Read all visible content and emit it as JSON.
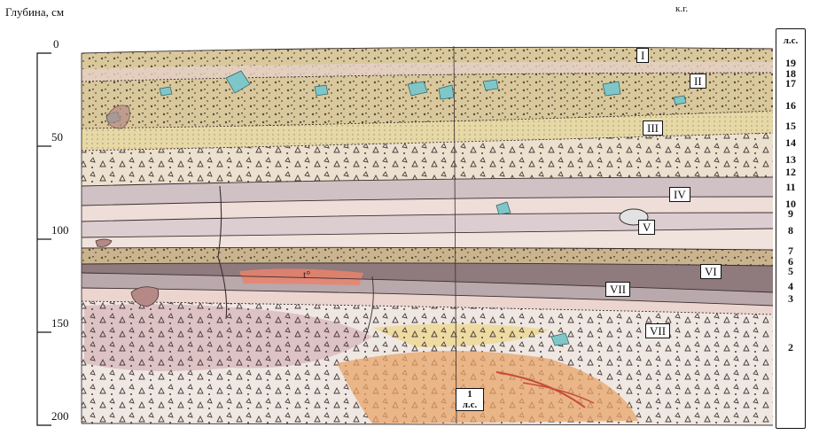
{
  "axis": {
    "title": "Глубина, см",
    "ticks": [
      {
        "depth": 0,
        "label": "0"
      },
      {
        "depth": 50,
        "label": "50"
      },
      {
        "depth": 100,
        "label": "100"
      },
      {
        "depth": 150,
        "label": "150"
      },
      {
        "depth": 200,
        "label": "200"
      }
    ]
  },
  "column": {
    "header": "к.г.",
    "top_label": "л.с.",
    "layers": [
      {
        "label": "19",
        "depth": 5
      },
      {
        "label": "18",
        "depth": 11
      },
      {
        "label": "17",
        "depth": 16
      },
      {
        "label": "16",
        "depth": 28
      },
      {
        "label": "15",
        "depth": 39
      },
      {
        "label": "14",
        "depth": 48
      },
      {
        "label": "13",
        "depth": 57
      },
      {
        "label": "12",
        "depth": 64
      },
      {
        "label": "11",
        "depth": 72
      },
      {
        "label": "10",
        "depth": 81
      },
      {
        "label": "9",
        "depth": 86
      },
      {
        "label": "8",
        "depth": 95
      },
      {
        "label": "7",
        "depth": 106
      },
      {
        "label": "6",
        "depth": 112
      },
      {
        "label": "5",
        "depth": 117
      },
      {
        "label": "4",
        "depth": 125
      },
      {
        "label": "3",
        "depth": 132
      },
      {
        "label": "2",
        "depth": 158
      }
    ]
  },
  "units": [
    {
      "label": "I"
    },
    {
      "label": "II"
    },
    {
      "label": "III"
    },
    {
      "label": "IV"
    },
    {
      "label": "V"
    },
    {
      "label": "VI"
    },
    {
      "label": "VII"
    },
    {
      "label": "VII"
    }
  ],
  "bottom_unit": {
    "number": "1",
    "sub": "л.с."
  },
  "marker": "t°",
  "colors": {
    "pebble_layer": "#d8c79a",
    "pink_layer": "#ead3cf",
    "grey_layer": "#cdbfc4",
    "dark_layer": "#8b7478",
    "red_lens": "#e9826b",
    "orange_lens": "#e8a468",
    "cyan_clast": "#7fc6c8"
  }
}
